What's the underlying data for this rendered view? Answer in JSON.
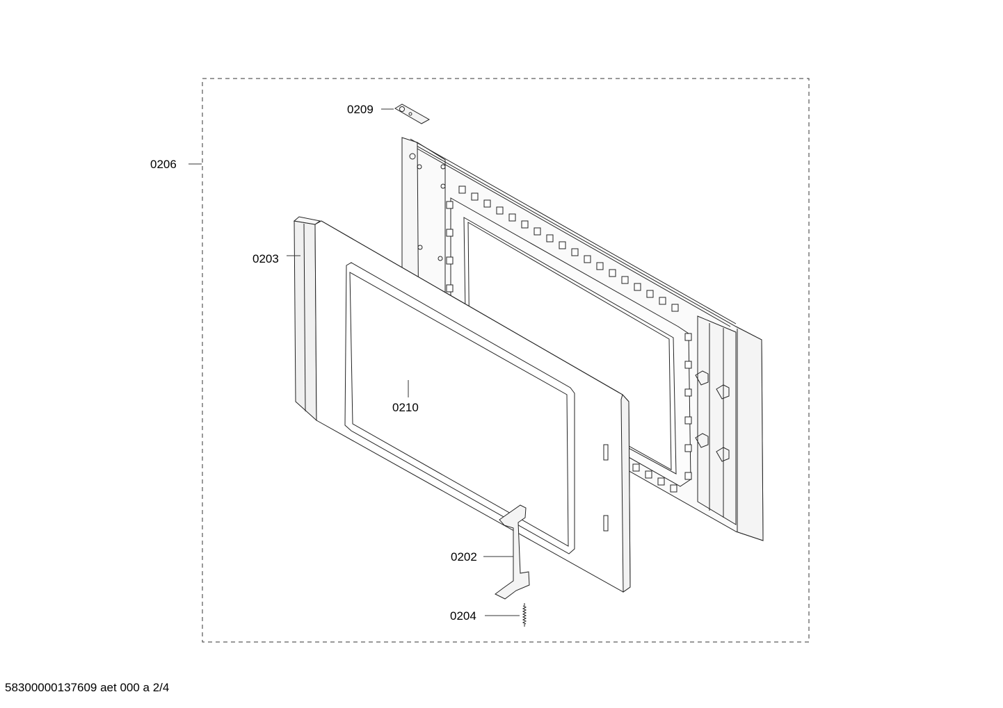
{
  "callouts": {
    "p0209": "0209",
    "p0206": "0206",
    "p0203": "0203",
    "p0210": "0210",
    "p0202": "0202",
    "p0204": "0204"
  },
  "footer": {
    "document_code": "58300000137609 aet 000 a 2/4"
  }
}
